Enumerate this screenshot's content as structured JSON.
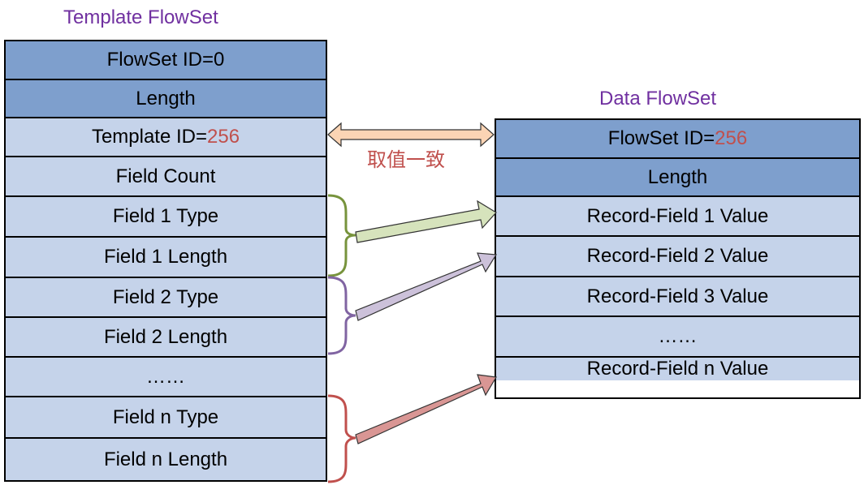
{
  "template_flowset": {
    "title": "Template FlowSet",
    "rows": [
      {
        "label": "FlowSet ID=0",
        "style": "dark"
      },
      {
        "label": "Length",
        "style": "dark"
      },
      {
        "label": "Template ID=",
        "highlight": "256",
        "style": "light"
      },
      {
        "label": "Field Count",
        "style": "light"
      },
      {
        "label": "Field 1 Type",
        "style": "light"
      },
      {
        "label": "Field 1 Length",
        "style": "light"
      },
      {
        "label": "Field 2 Type",
        "style": "light"
      },
      {
        "label": "Field 2 Length",
        "style": "light"
      },
      {
        "label": "……",
        "style": "light"
      },
      {
        "label": "Field n Type",
        "style": "light"
      },
      {
        "label": "Field n Length",
        "style": "light"
      }
    ]
  },
  "data_flowset": {
    "title": "Data FlowSet",
    "rows": [
      {
        "label": "FlowSet ID=",
        "highlight": "256",
        "style": "dark"
      },
      {
        "label": "Length",
        "style": "dark"
      },
      {
        "label": "Record-Field 1 Value",
        "style": "light"
      },
      {
        "label": "Record-Field 2 Value",
        "style": "light"
      },
      {
        "label": "Record-Field 3 Value",
        "style": "light"
      },
      {
        "label": "……",
        "style": "light"
      },
      {
        "label": "Record-Field n Value",
        "style": "light"
      }
    ]
  },
  "connector_label": "取值一致",
  "colors": {
    "header_fill": "#7e9fcd",
    "row_fill": "#c5d3ea",
    "title_color": "#7030a0",
    "highlight_color": "#c0504d",
    "match_arrow": "#fbd4b4",
    "field1_arrow": "#d6e3bc",
    "field1_brace": "#77933c",
    "field2_arrow": "#ccc1da",
    "field2_brace": "#8064a2",
    "fieldn_arrow": "#d99694",
    "fieldn_brace": "#c0504d"
  }
}
